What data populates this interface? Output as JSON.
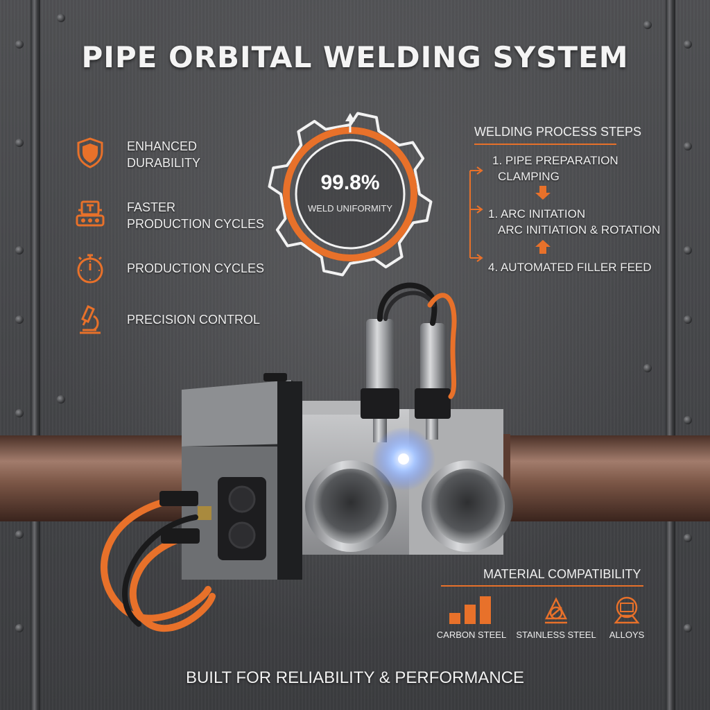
{
  "title": "PIPE ORBITAL WELDING SYSTEM",
  "features": [
    {
      "icon": "shield-icon",
      "lines": [
        "ENHANCED",
        "DURABILITY"
      ]
    },
    {
      "icon": "machine-icon",
      "lines": [
        "FASTER",
        "PRODUCTION CYCLES"
      ]
    },
    {
      "icon": "stopwatch-icon",
      "lines": [
        "PRODUCTION CYCLES"
      ]
    },
    {
      "icon": "microscope-icon",
      "lines": [
        "PRECISION CONTROL"
      ]
    }
  ],
  "gauge": {
    "value": "99.8%",
    "label": "WELD UNIFORMITY",
    "level_percent": 99.8
  },
  "process": {
    "title": "WELDING PROCESS STEPS",
    "steps": [
      {
        "lines": [
          "1. PIPE PREPARATION",
          "CLAMPING"
        ]
      },
      {
        "lines": [
          "1. ARC INITATION",
          "ARC INITIATION & ROTATION"
        ]
      },
      {
        "lines": [
          "4. AUTOMATED FILLER FEED"
        ]
      }
    ]
  },
  "materials": {
    "title": "MATERIAL COMPATIBILITY",
    "items": [
      {
        "icon": "bar-chart-icon",
        "label": "CARBON STEEL"
      },
      {
        "icon": "steel-emblem-icon",
        "label": "STAINLESS STEEL"
      },
      {
        "icon": "alloy-emblem-icon",
        "label": "ALLOYS"
      }
    ]
  },
  "tagline": "BUILT FOR RELIABILITY & PERFORMANCE",
  "colors": {
    "accent": "#e8712a",
    "panel": "#4a4b4d",
    "text": "#f2f2f2",
    "pipe": "#7a5546"
  }
}
